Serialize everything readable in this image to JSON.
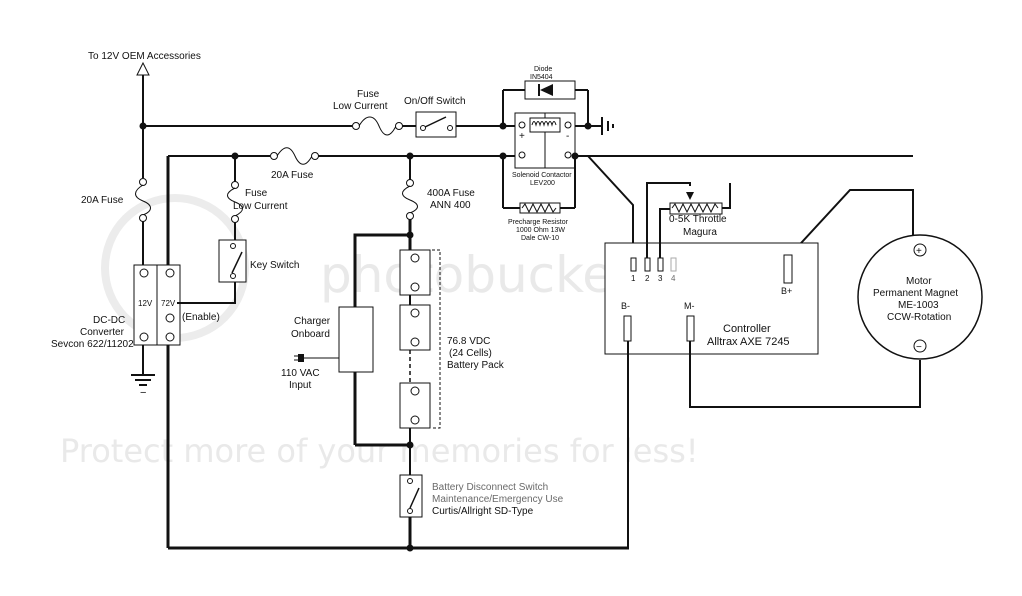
{
  "watermark": {
    "logo_text": "photobucket",
    "banner_text": "Protect more of your memories for less!"
  },
  "labels": {
    "oem_accessories": "To 12V OEM Accessories",
    "fuse_top": "Fuse",
    "low_current_top": "Low Current",
    "onoff_switch": "On/Off Switch",
    "diode": "Diode",
    "diode_part": "IN5404",
    "solenoid": "Solenoid Contactor",
    "solenoid_part": "LEV200",
    "precharge_1": "Precharge Resistor",
    "precharge_2": "1000 Ohm 13W",
    "precharge_3": "Dale CW-10",
    "fuse_20a_top": "20A Fuse",
    "fuse_20a_left": "20A Fuse",
    "fuse_lc_1": "Fuse",
    "fuse_lc_2": "Low Current",
    "key_switch": "Key Switch",
    "fuse_400_1": "400A Fuse",
    "fuse_400_2": "ANN 400",
    "dcdc_1": "DC-DC",
    "dcdc_2": "Converter",
    "dcdc_3": "Sevcon 622/11202",
    "dcdc_12v": "12V",
    "dcdc_72v": "72V",
    "enable": "(Enable)",
    "charger_1": "Charger",
    "charger_2": "Onboard",
    "ac_1": "110 VAC",
    "ac_2": "Input",
    "pack_1": "76.8 VDC",
    "pack_2": "(24 Cells)",
    "pack_3": "Battery Pack",
    "throttle_1": "0-5K Throttle",
    "throttle_2": "Magura",
    "ctrl_1": "Controller",
    "ctrl_2": "Alltrax AXE 7245",
    "pin_1": "1",
    "pin_2": "2",
    "pin_3": "3",
    "pin_4": "4",
    "b_minus": "B-",
    "m_minus": "M-",
    "b_plus": "B+",
    "motor_1": "Motor",
    "motor_2": "Permanent Magnet",
    "motor_3": "ME-1003",
    "motor_4": "CCW-Rotation",
    "disconnect_1": "Battery Disconnect Switch",
    "disconnect_2": "Maintenance/Emergency Use",
    "disconnect_3": "Curtis/Allright SD-Type",
    "plus": "+",
    "minus": "-",
    "circle_plus": "+",
    "circle_minus": "−",
    "ground_minus": "−"
  }
}
